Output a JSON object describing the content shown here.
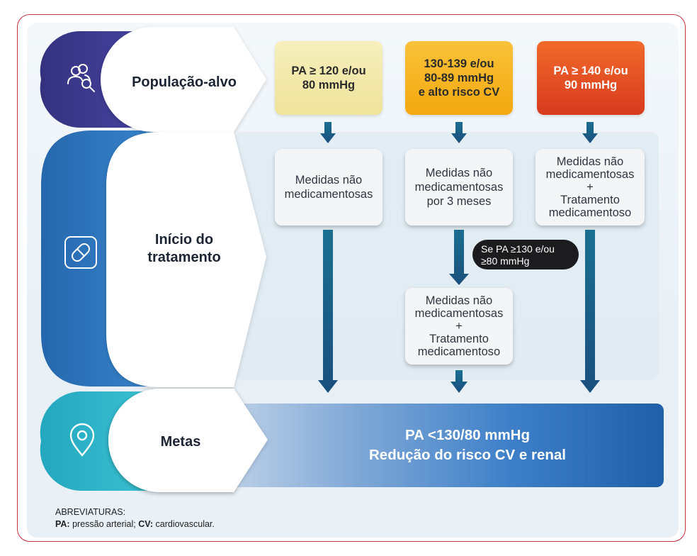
{
  "rows": {
    "population": {
      "label": "População-alvo",
      "icon": "people-search-icon"
    },
    "treatment": {
      "label_line1": "Início do",
      "label_line2": "tratamento",
      "icon": "pill-icon"
    },
    "goals": {
      "label": "Metas",
      "icon": "location-pin-icon"
    }
  },
  "population_boxes": [
    {
      "line1": "PA ≥ 120 e/ou",
      "line2": "80 mmHg",
      "line3": ""
    },
    {
      "line1": "130-139 e/ou",
      "line2": "80-89 mmHg",
      "line3": "e alto risco CV"
    },
    {
      "line1": "PA ≥ 140 e/ou",
      "line2": "90 mmHg",
      "line3": ""
    }
  ],
  "treatment_boxes": {
    "col1": {
      "line1": "Medidas não",
      "line2": "medicamentosas"
    },
    "col2": {
      "line1": "Medidas não",
      "line2": "medicamentosas",
      "line3": "por 3 meses"
    },
    "col3": {
      "line1": "Medidas não",
      "line2": "medicamentosas",
      "line3": "+",
      "line4": "Tratamento",
      "line5": "medicamentoso"
    },
    "col2_second": {
      "line1": "Medidas não",
      "line2": "medicamentosas",
      "line3": "+",
      "line4": "Tratamento",
      "line5": "medicamentoso"
    }
  },
  "condition": {
    "line1": "Se PA ≥130 e/ou",
    "line2": "≥80 mmHg"
  },
  "goals": {
    "line1": "PA <130/80 mmHg",
    "line2": "Redução do risco CV e renal"
  },
  "abbreviations": {
    "title": "ABREVIATURAS:",
    "pa_key": "PA:",
    "pa_value": " pressão arterial; ",
    "cv_key": "CV:",
    "cv_value": " cardiovascular."
  },
  "colors": {
    "row1": "#3f3a92",
    "row2": "#2f77bf",
    "row3": "#2fb6c9",
    "box1": "#f3e9a6",
    "box2": "#f6b21f",
    "box3": "#e34a26",
    "arrow": "#17577e"
  }
}
